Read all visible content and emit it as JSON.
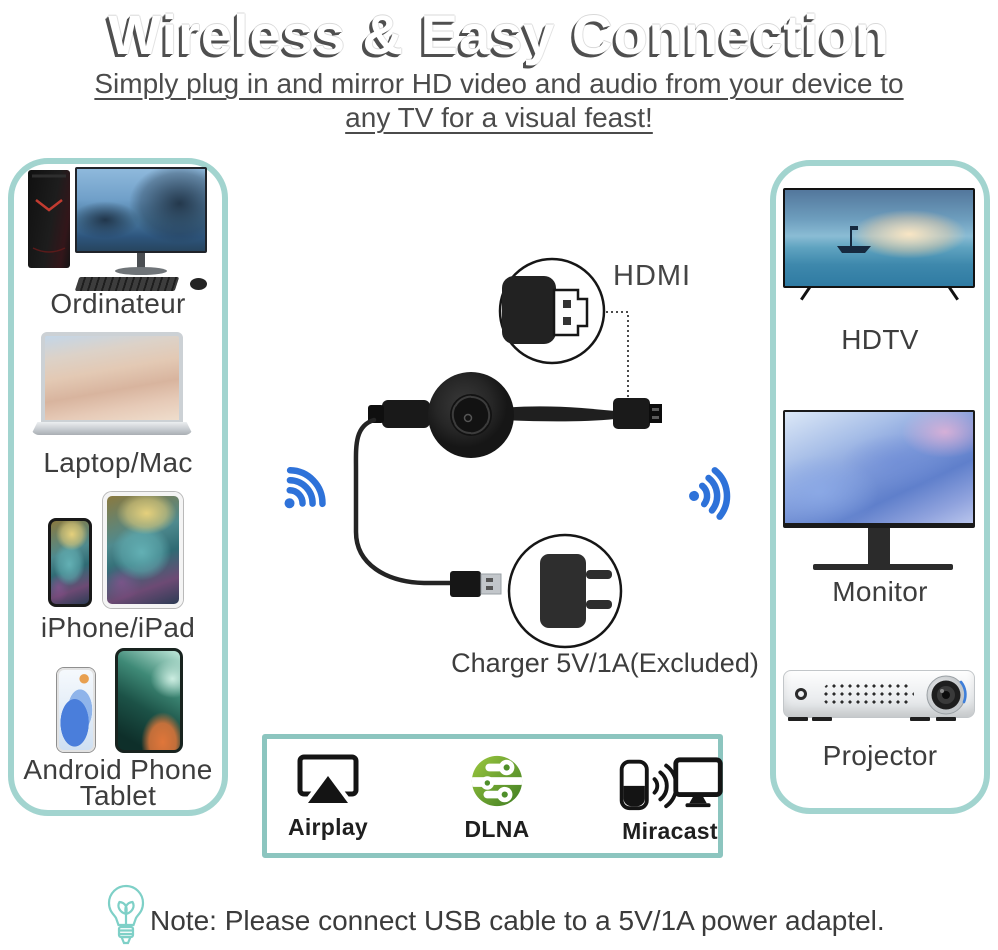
{
  "header": {
    "title": "Wireless & Easy Connection",
    "subtitle_line1": "Simply plug in and mirror HD video and audio from your device to",
    "subtitle_line2": "any TV for a visual feast!"
  },
  "sources": {
    "computer_label": "Ordinateur",
    "laptop_label": "Laptop/Mac",
    "iphone_label": "iPhone/iPad",
    "android_label_line1": "Android Phone",
    "android_label_line2": "Tablet"
  },
  "outputs": {
    "tv_label": "HDTV",
    "monitor_label": "Monitor",
    "projector_label": "Projector"
  },
  "center": {
    "hdmi_label": "HDMI",
    "charger_label": "Charger 5V/1A(Excluded)"
  },
  "protocols": {
    "airplay_label": "Airplay",
    "dlna_label": "DLNA",
    "miracast_label": "Miracast"
  },
  "note": {
    "text": "Note: Please connect USB cable to a 5V/1A power adaptel."
  },
  "colors": {
    "panel_border_teal": "#a2d4cf",
    "protocol_box_border_teal": "#8cc5bf",
    "wifi_blue": "#2e72d9",
    "dlna_green": "#5a9e2f",
    "bulb_teal": "#7ed0c7",
    "label_text": "#3d3d3d",
    "title_shadow": "#4f4f4f"
  }
}
